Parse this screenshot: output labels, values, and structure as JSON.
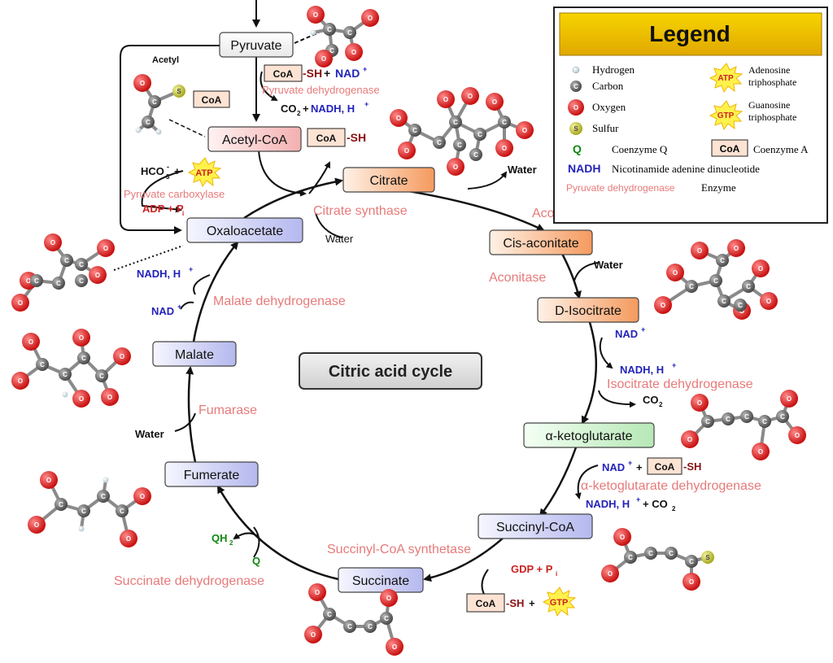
{
  "title": "Citric acid cycle",
  "colors": {
    "enzyme": "#e77a7a",
    "nadh": "#2222bb",
    "atp": "#cc2222",
    "coenzyme_q": "#118811",
    "legend_header": "#f2c400",
    "oxygen": "#dd2020",
    "carbon": "#666666",
    "hydrogen": "#d8e4e8",
    "sulfur": "#c8c832"
  },
  "legend": {
    "title": "Legend",
    "items": [
      {
        "symbol": "hydrogen",
        "text": "Hydrogen"
      },
      {
        "symbol": "carbon",
        "text": "Carbon",
        "glyph": "C"
      },
      {
        "symbol": "oxygen",
        "text": "Oxygen",
        "glyph": "O"
      },
      {
        "symbol": "sulfur",
        "text": "Sulfur",
        "glyph": "S"
      },
      {
        "symbol": "Q",
        "text": "Coenzyme Q"
      },
      {
        "symbol": "NADH",
        "text": "Nicotinamide adenine dinucleotide"
      },
      {
        "symbol": "Pyruvate dehydrogenase",
        "text": "Enzyme"
      },
      {
        "symbol": "ATP",
        "text": "Adenosine triphosphate"
      },
      {
        "symbol": "GTP",
        "text": "Guanosine triphosphate"
      },
      {
        "symbol": "CoA",
        "text": "Coenzyme A"
      }
    ]
  },
  "metabolites": {
    "pyruvate": "Pyruvate",
    "acetyl_coa": "Acetyl-CoA",
    "citrate": "Citrate",
    "cis_aconitate": "Cis-aconitate",
    "d_isocitrate": "D-Isocitrate",
    "alpha_ketoglutarate": "α-ketoglutarate",
    "succinyl_coa": "Succinyl-CoA",
    "succinate": "Succinate",
    "fumerate": "Fumerate",
    "malate": "Malate",
    "oxaloacetate": "Oxaloacetate"
  },
  "enzymes": {
    "pyruvate_dehydrogenase": "Pyruvate dehydrogenase",
    "pyruvate_carboxylase": "Pyruvate carboxylase",
    "citrate_synthase": "Citrate synthase",
    "aconitase_1": "Aconitase",
    "aconitase_2": "Aconitase",
    "isocitrate_dehydrogenase": "Isocitrate dehydrogenase",
    "akg_dehydrogenase": "α-ketoglutarate dehydrogenase",
    "succinyl_coa_synthetase": "Succinyl-CoA synthetase",
    "succinate_dehydrogenase": "Succinate dehydrogenase",
    "fumarase": "Fumarase",
    "malate_dehydrogenase": "Malate dehydrogenase"
  },
  "cofactors": {
    "acetyl": "Acetyl",
    "coa": "CoA",
    "sh": "-SH",
    "plus": "+",
    "nad": "NAD",
    "sup_plus": "+",
    "co2": "CO",
    "sub_2": "2",
    "nadh_h": "NADH, H",
    "hco3": "HCO",
    "sub_3": "3",
    "sup_minus": "-",
    "atp": "ATP",
    "adp_pi": "ADP + P",
    "sub_i": "i",
    "water": "Water",
    "gdp_pi": "GDP + P",
    "gtp": "GTP",
    "qh2": "QH",
    "q": "Q",
    "co2_tail": "+ CO"
  },
  "atoms": {
    "carbon": "C",
    "oxygen": "O",
    "sulfur": "S"
  }
}
